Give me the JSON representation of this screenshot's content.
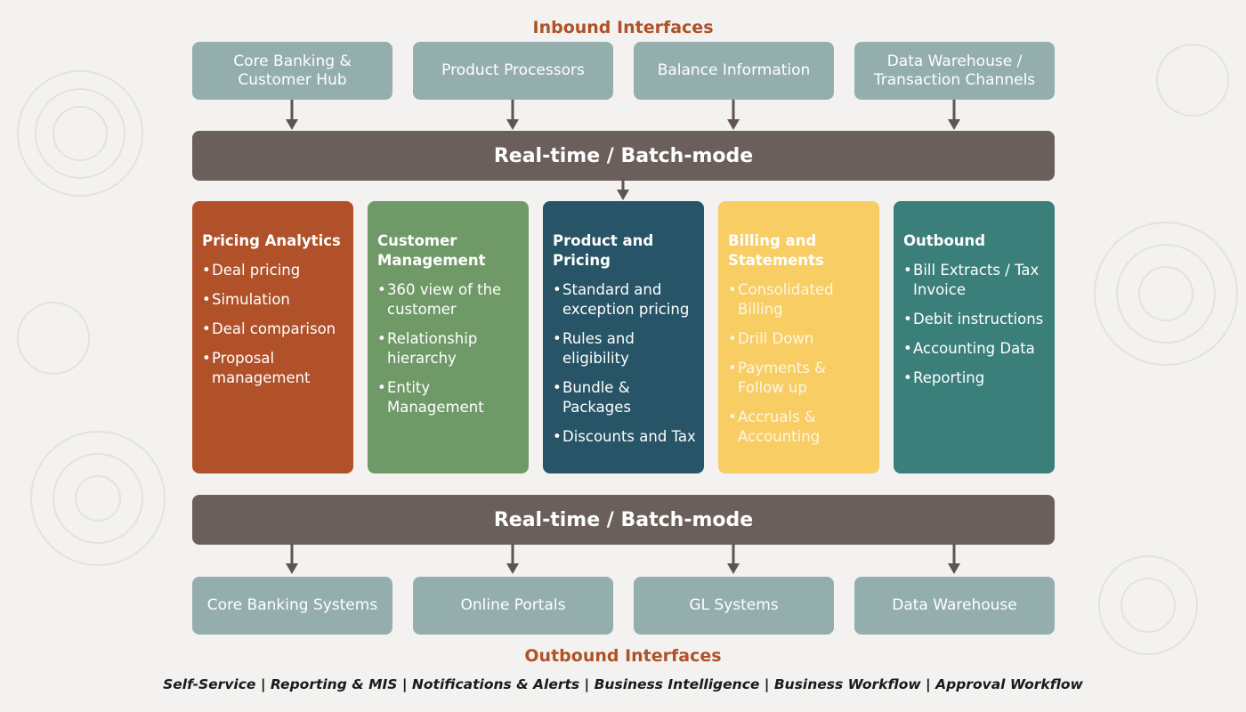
{
  "inbound_title": "Inbound Interfaces",
  "inbound": [
    "Core Banking &\nCustomer Hub",
    "Product Processors",
    "Balance Information",
    "Data Warehouse /\nTransaction Channels"
  ],
  "bars": {
    "top": "Real-time / Batch-mode",
    "bottom": "Real-time / Batch-mode"
  },
  "panels": [
    {
      "title": "Pricing Analytics",
      "items": [
        "Deal pricing",
        "Simulation",
        "Deal comparison",
        "Proposal management"
      ],
      "color": "#b0512a"
    },
    {
      "title": "Customer Management",
      "items": [
        "360 view of the customer",
        "Relationship hierarchy",
        "Entity Management"
      ],
      "color": "#6f9a67"
    },
    {
      "title": "Product and Pricing",
      "items": [
        "Standard and exception pricing",
        "Rules and eligibility",
        "Bundle & Packages",
        "Discounts and Tax"
      ],
      "color": "#275466"
    },
    {
      "title": "Billing and Statements",
      "items": [
        "Consolidated Billing",
        "Drill Down",
        "Payments & Follow up",
        "Accruals & Accounting"
      ],
      "color": "#f8cd63"
    },
    {
      "title": "Outbound",
      "items": [
        "Bill Extracts / Tax Invoice",
        "Debit instructions",
        "Accounting Data",
        "Reporting"
      ],
      "color": "#3a7f7a"
    }
  ],
  "outbound": [
    "Core Banking Systems",
    "Online Portals",
    "GL Systems",
    "Data Warehouse"
  ],
  "outbound_title": "Outbound Interfaces",
  "footer": "Self-Service | Reporting & MIS | Notifications & Alerts | Business Intelligence | Business Workflow | Approval Workflow"
}
